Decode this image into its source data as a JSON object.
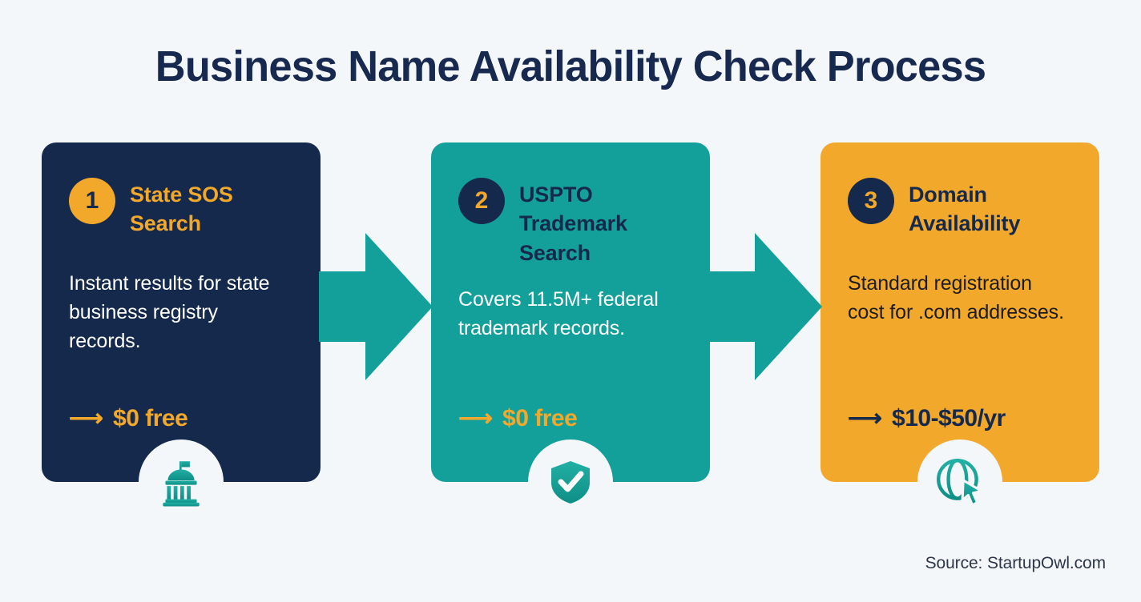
{
  "header": {
    "title": "Business Name Availability Check Process"
  },
  "theme": {
    "background": "#f4f7fa",
    "navy": "#15294c",
    "teal": "#14a09a",
    "amber": "#f2a82b",
    "white": "#ffffff",
    "arrow_color": "#14a09a"
  },
  "steps": [
    {
      "number": "1",
      "title": "State SOS Search",
      "body": "Instant results for state business registry records.",
      "price_arrow": "⟶",
      "price": "$0 free",
      "icon": "government-building-icon",
      "card_color": "#15294c",
      "accent_color": "#f2a82b"
    },
    {
      "number": "2",
      "title": "USPTO Trademark Search",
      "body": "Covers 11.5M+ federal trademark records.",
      "price_arrow": "⟶",
      "price": "$0 free",
      "icon": "shield-check-icon",
      "card_color": "#14a09a",
      "accent_color": "#15294c"
    },
    {
      "number": "3",
      "title": "Domain Availability",
      "body": "Standard registration cost for .com addresses.",
      "price_arrow": "⟶",
      "price": "$10-$50/yr",
      "icon": "globe-cursor-icon",
      "card_color": "#f2a82b",
      "accent_color": "#15294c"
    }
  ],
  "connectors": [
    {
      "name": "arrow-step1-to-step2",
      "direction": "right"
    },
    {
      "name": "arrow-step2-to-step3",
      "direction": "right"
    }
  ],
  "footer": {
    "source": "Source: StartupOwl.com"
  }
}
